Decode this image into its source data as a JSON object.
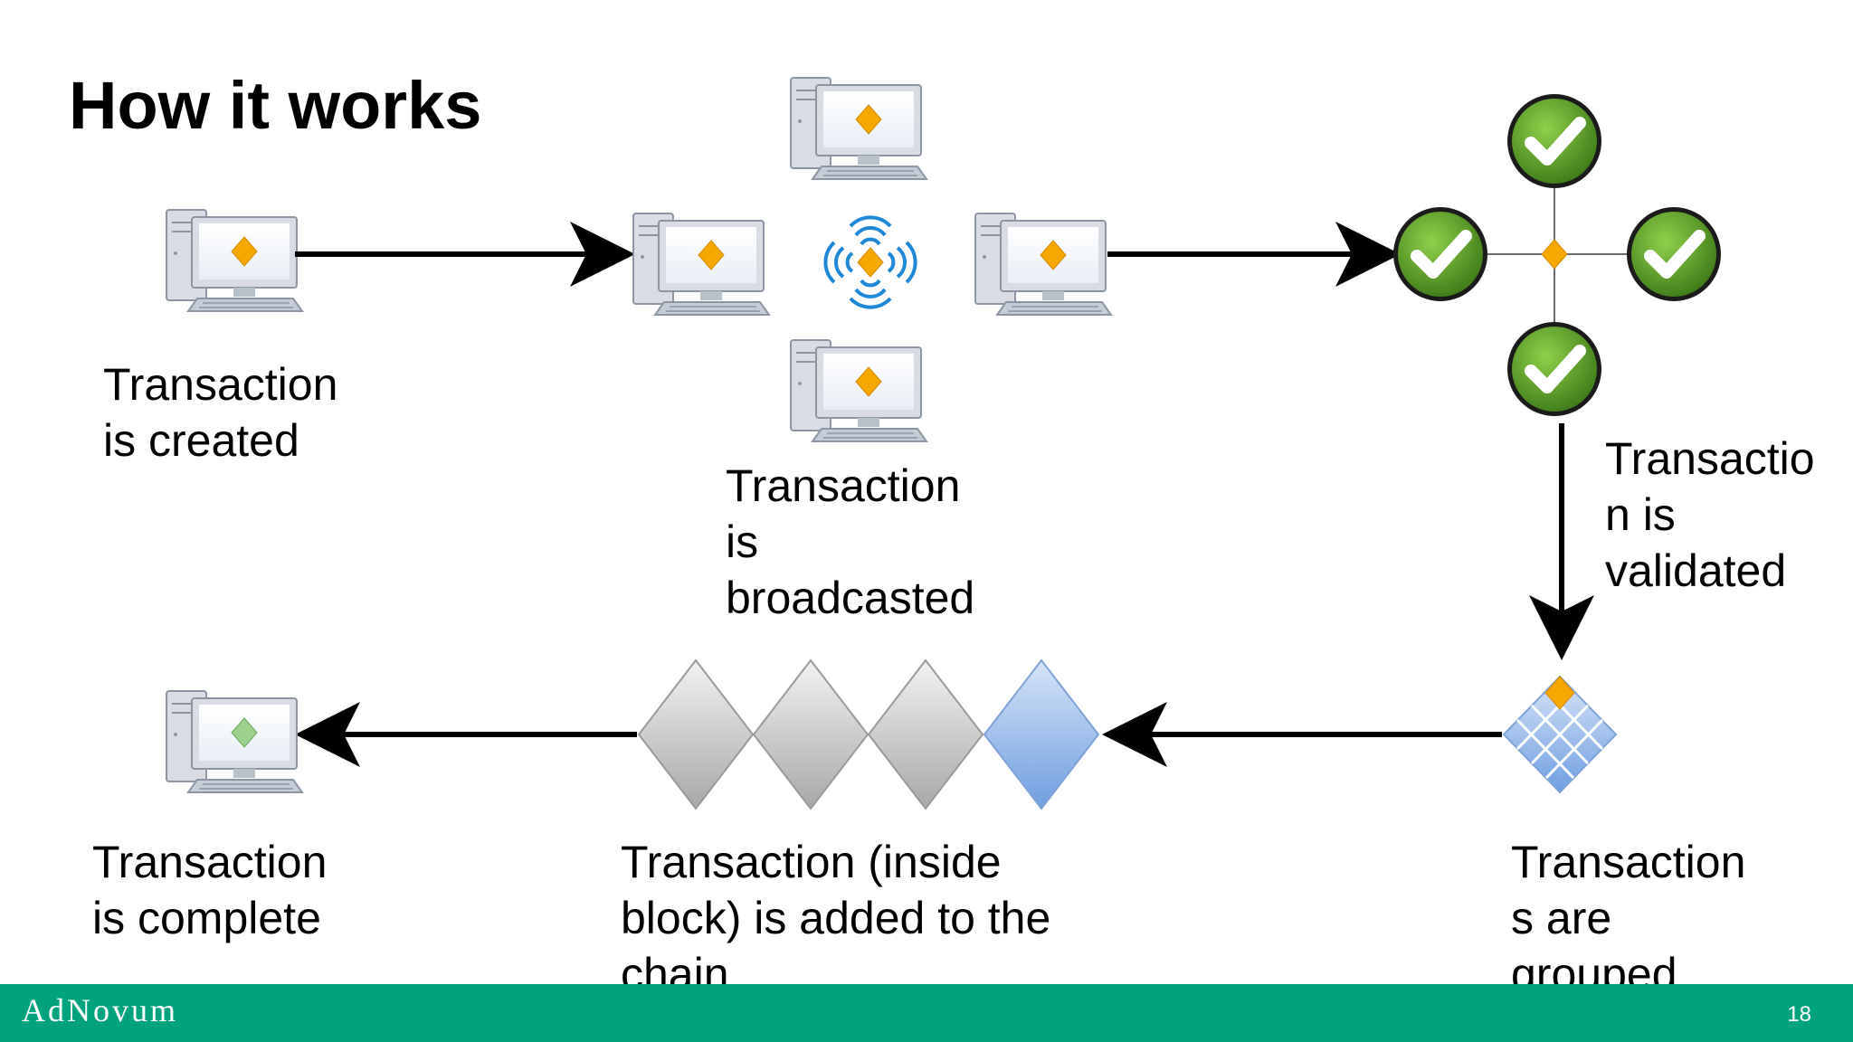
{
  "slide": {
    "title": "How it works",
    "page_number": "18"
  },
  "steps": {
    "created": "Transaction\nis created",
    "broadcasted": "Transaction\nis\nbroadcasted",
    "validated": "Transactio\nn is\nvalidated",
    "grouped": "Transaction\ns are\ngrouped",
    "added": "Transaction (inside\nblock) is added to the\nchain",
    "complete": "Transaction\nis complete"
  },
  "footer": {
    "logo": "AdNovum"
  },
  "colors": {
    "accent_green": "#00a37c",
    "transaction_orange": "#f5a800",
    "check_green": "#5aa02c",
    "block_blue": "#8fb4e8",
    "block_gray": "#c8c8c8",
    "signal_blue": "#1e88d8"
  },
  "icons": [
    "computer-icon",
    "broadcast-signal-icon",
    "checkmark-icon",
    "block-grid-icon",
    "chain-block-icon"
  ]
}
